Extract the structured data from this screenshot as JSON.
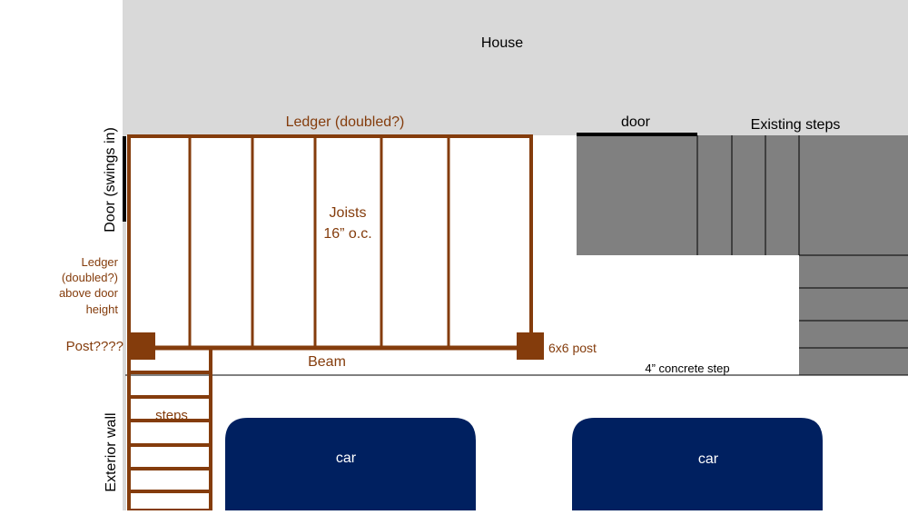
{
  "labels": {
    "house": "House",
    "ledger_top": "Ledger (doubled?)",
    "door": "door",
    "existing_steps": "Existing steps",
    "door_swings": "Door (swings in)",
    "joists_line1": "Joists",
    "joists_line2": "16” o.c.",
    "ledger_side_lines": [
      "Ledger",
      "(doubled?)",
      "above door",
      "height"
    ],
    "post_question": "Post????",
    "post_6x6": "6x6 post",
    "beam": "Beam",
    "concrete_step": "4” concrete step",
    "steps": "steps",
    "exterior_wall": "Exterior wall",
    "car_left": "car",
    "car_right": "car"
  },
  "colors": {
    "house": "#d9d9d9",
    "wood": "#843c0c",
    "label_wood": "#843c0c",
    "existing_steps": "#808080",
    "car": "#002060",
    "line": "#000000"
  }
}
